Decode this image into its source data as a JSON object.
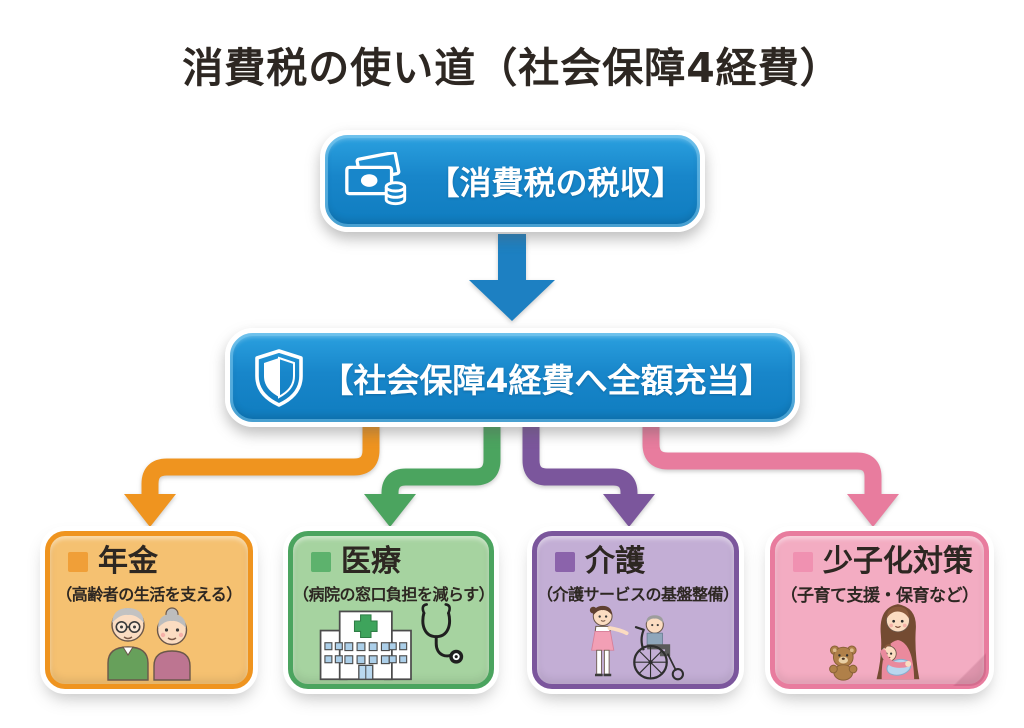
{
  "page": {
    "title": "消費税の使い道（社会保障4経費）",
    "title_color": "#2d2722",
    "background": "#ffffff"
  },
  "flow": {
    "revenue_box": {
      "label": "【消費税の税収】",
      "icon": "banknotes-coins-icon"
    },
    "allocation_box": {
      "label": "【社会保障4経費へ全額充当】",
      "icon": "shield-icon"
    },
    "box_blue_top": "#2ba1e0",
    "box_blue_bottom": "#0f7cbf",
    "down_arrow_color": "#1d80c2"
  },
  "categories": [
    {
      "name": "pension",
      "label": "年金",
      "description": "（高齢者の生活を支える）",
      "illustration": "elderly-couple",
      "accent": "#EF941F",
      "bullet": "#F09F38",
      "fill": "#F5C171"
    },
    {
      "name": "medical",
      "label": "医療",
      "description": "（病院の窓口負担を減らす）",
      "illustration": "hospital-and-stethoscope",
      "accent": "#4BA45F",
      "bullet": "#5DB26D",
      "fill": "#A6D3A0"
    },
    {
      "name": "nursing-care",
      "label": "介護",
      "description": "（介護サービスの基盤整備）",
      "illustration": "caregiver-and-wheelchair",
      "accent": "#7B569C",
      "bullet": "#8B63AB",
      "fill": "#C3AED5"
    },
    {
      "name": "declining-birthrate-measures",
      "label": "少子化対策",
      "description": "（子育て支援・保育など）",
      "illustration": "mother-and-baby",
      "accent": "#E87C9E",
      "bullet": "#F091B1",
      "fill": "#F3ACC2"
    }
  ],
  "text_color": "#2d2722"
}
